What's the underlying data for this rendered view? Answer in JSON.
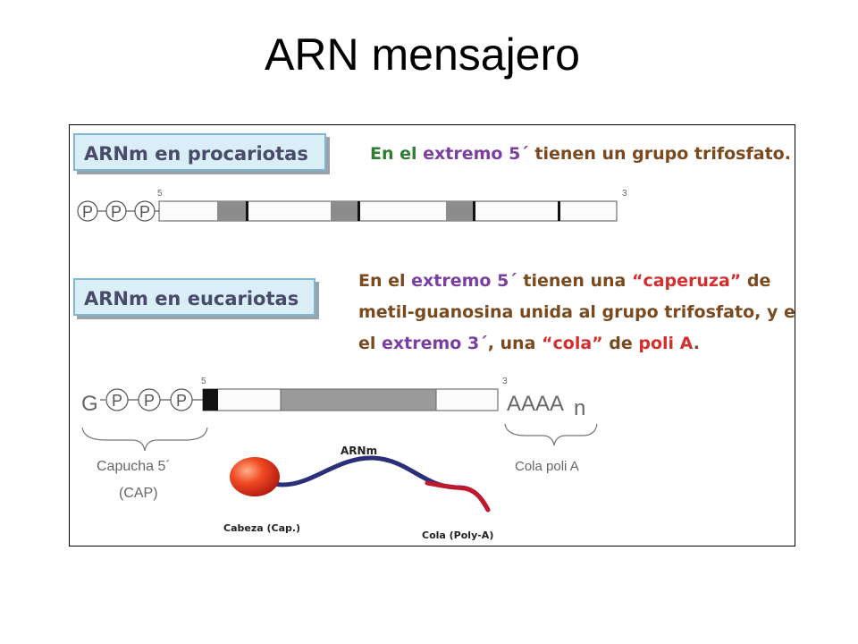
{
  "title": "ARN mensajero",
  "prokaryote": {
    "label": "ARNm en procariotas",
    "sentence": [
      {
        "text": "En el ",
        "color": "green"
      },
      {
        "text": "extremo 5´",
        "color": "purple"
      },
      {
        "text": " tienen un grupo trifosfato.",
        "color": "brown"
      }
    ],
    "phosphates": [
      "P",
      "P",
      "P"
    ],
    "end5": "5",
    "end3": "3"
  },
  "eukaryote": {
    "label": "ARNm en eucariotas",
    "line1": [
      {
        "text": "En el ",
        "color": "brown"
      },
      {
        "text": "extremo 5´",
        "color": "purple"
      },
      {
        "text": " tienen una ",
        "color": "brown"
      },
      {
        "text": "“caperuza”",
        "color": "red"
      },
      {
        "text": " de",
        "color": "brown"
      }
    ],
    "line2": [
      {
        "text": "metil-guanosina unida al grupo trifosfato, y en",
        "color": "brown"
      }
    ],
    "line3": [
      {
        "text": "el ",
        "color": "brown"
      },
      {
        "text": "extremo 3´",
        "color": "purple"
      },
      {
        "text": ", una ",
        "color": "brown"
      },
      {
        "text": "“cola”",
        "color": "red"
      },
      {
        "text": " de ",
        "color": "brown"
      },
      {
        "text": "poli A",
        "color": "red"
      },
      {
        "text": ".",
        "color": "brown"
      }
    ],
    "guanosine": "G",
    "phosphates": [
      "P",
      "P",
      "P"
    ],
    "end5": "5",
    "end3": "3",
    "tail": "AAAA",
    "tail_n": "n",
    "cap_label": "Capucha 5´",
    "cap_abbr": "(CAP)",
    "tail_label": "Cola poli A"
  },
  "illustration": {
    "molecule_label": "ARNm",
    "head_label": "Cabeza (Cap.)",
    "tail_label": "Cola (Poly-A)"
  },
  "colors": {
    "green": "#2e7d32",
    "purple": "#7b3fa0",
    "red": "#d32f2f",
    "brown": "#7a4a1e",
    "strand_blue": "#2b2f7a",
    "cap_red": "#e8321e"
  }
}
